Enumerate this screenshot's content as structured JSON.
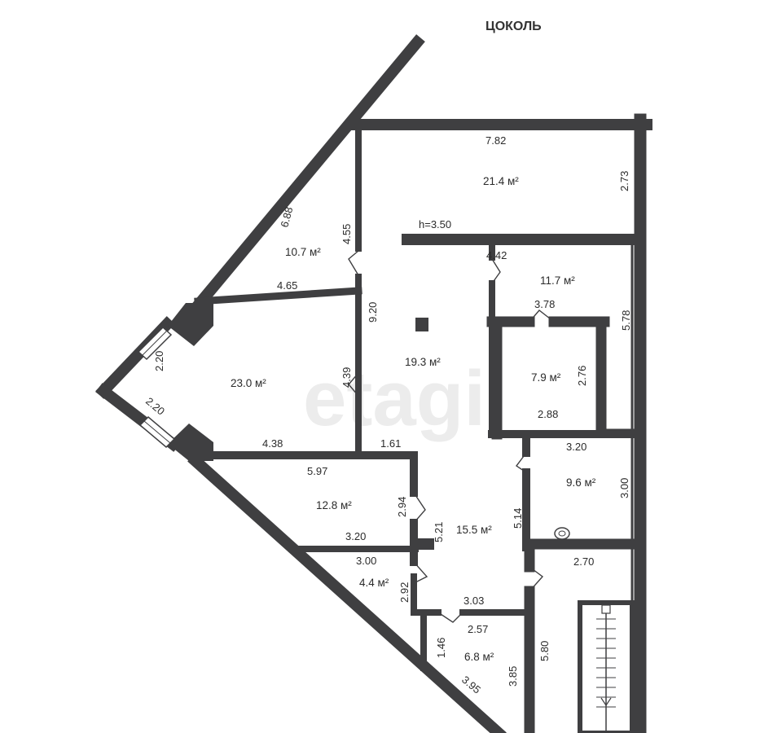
{
  "plan": {
    "title": "ЦОКОЛЬ",
    "watermark": "etagi",
    "colors": {
      "wall": "#3f3f41",
      "background": "#ffffff",
      "text": "#2b2b2b",
      "watermark": "#ececec"
    },
    "ceiling_height": "h=3.50",
    "areas": {
      "room_top": "21.4 м²",
      "room_upper_left": "10.7 м²",
      "room_left": "23.0 м²",
      "hall": "19.3 м²",
      "room_right": "11.7 м²",
      "core": "7.9 м²",
      "bath": "9.6 м²",
      "room_mid_left": "12.8 м²",
      "corridor": "15.5 м²",
      "room_small": "4.4 м²",
      "room_bottom": "6.8 м²"
    },
    "dims": {
      "top_width": "7.82",
      "top_height": "2.73",
      "diag_left": "6.88",
      "upper_left_wall": "4.55",
      "upper_left_bottom": "4.65",
      "hall_left": "9.20",
      "window_top": "2.20",
      "window_bottom": "2.20",
      "left_room_wall": "4.39",
      "left_room_bottom": "4.38",
      "hall_bottom": "1.61",
      "right_top": "4.42",
      "right_side": "5.78",
      "core_top": "3.78",
      "core_side": "2.76",
      "core_bottom": "2.88",
      "bath_top": "3.20",
      "bath_side": "3.00",
      "mid_left_top": "5.97",
      "mid_left_side": "2.94",
      "mid_left_bottom": "3.20",
      "corridor_left": "5.21",
      "corridor_right": "5.14",
      "stair_top": "2.70",
      "small_top": "3.00",
      "small_side": "2.92",
      "corridor_bottom": "3.03",
      "bottom_top": "2.57",
      "bottom_left": "1.46",
      "bottom_right": "3.85",
      "bottom_diag": "3.95",
      "stair_side": "5.80"
    }
  }
}
